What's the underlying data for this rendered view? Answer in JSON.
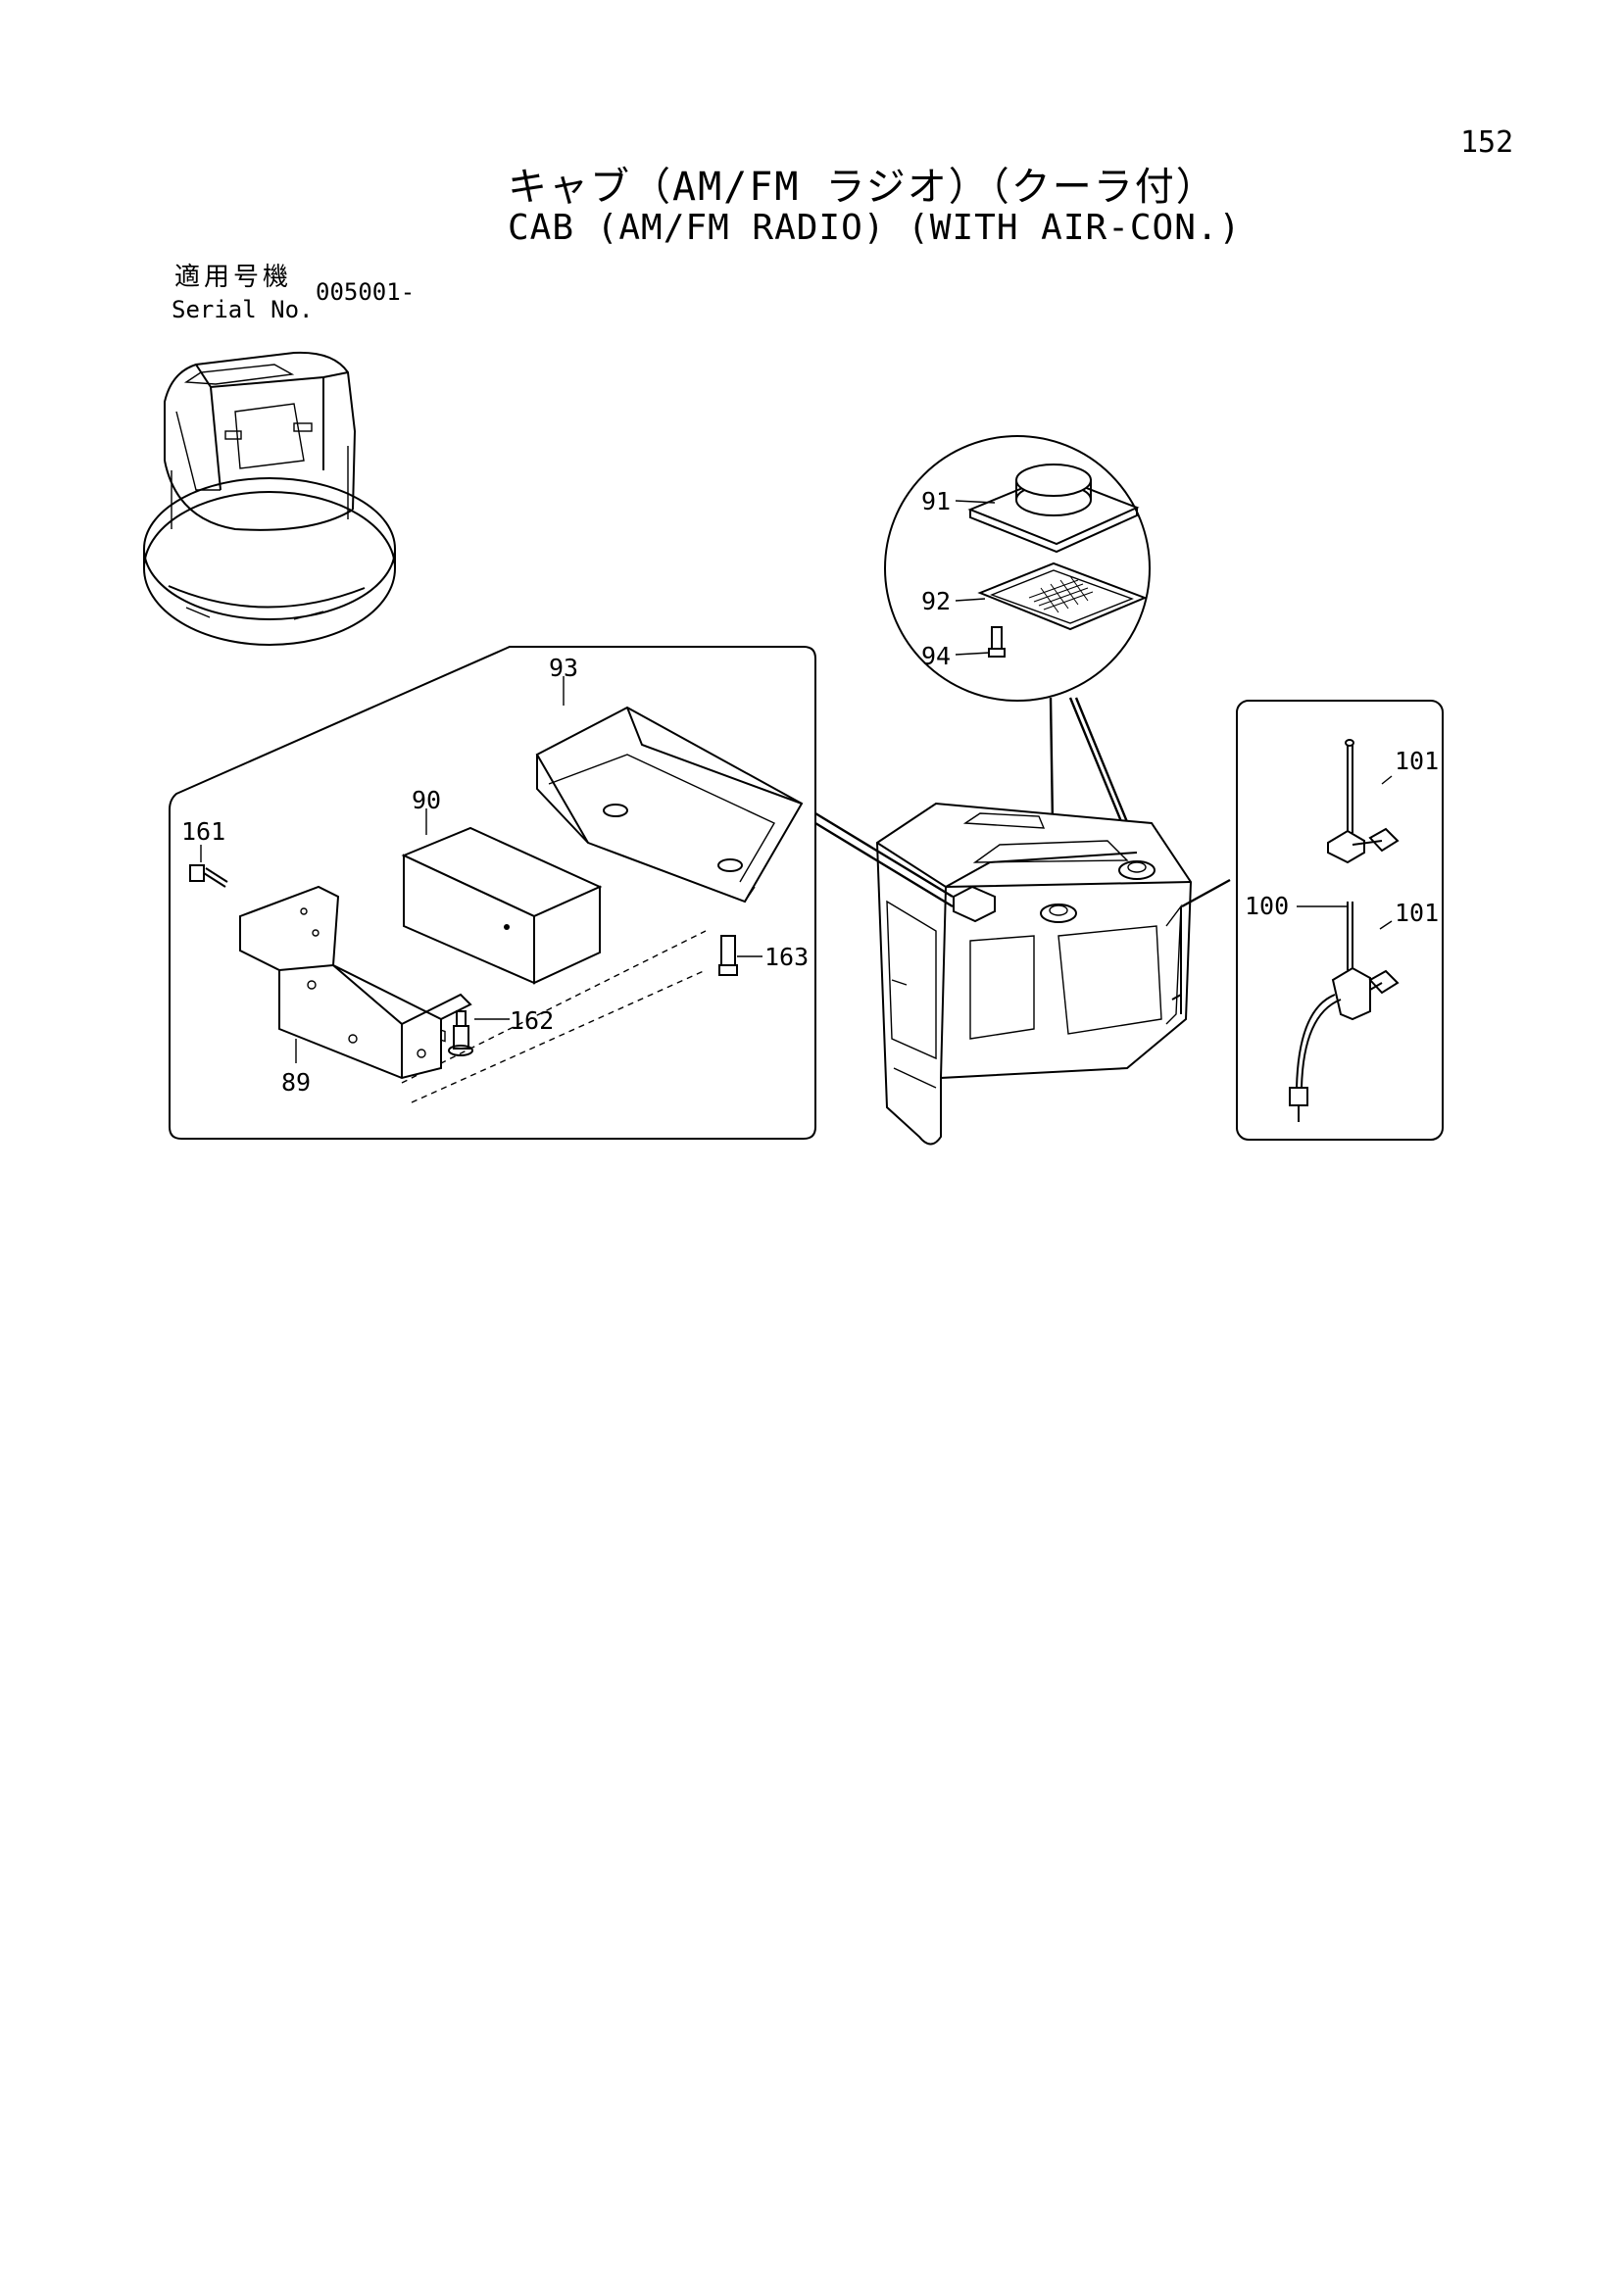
{
  "page_number": "152",
  "title": {
    "japanese": "キャブ（AM/FM ラジオ）（クーラ付）",
    "english": "CAB (AM/FM RADIO) (WITH AIR-CON.)"
  },
  "serial": {
    "label_japanese": "適用号機",
    "label_english": "Serial No.",
    "value": "005001-"
  },
  "callouts": {
    "p89": "89",
    "p90": "90",
    "p91": "91",
    "p92": "92",
    "p93": "93",
    "p94": "94",
    "p100": "100",
    "p101a": "101",
    "p101b": "101",
    "p161": "161",
    "p162": "162",
    "p163": "163"
  }
}
